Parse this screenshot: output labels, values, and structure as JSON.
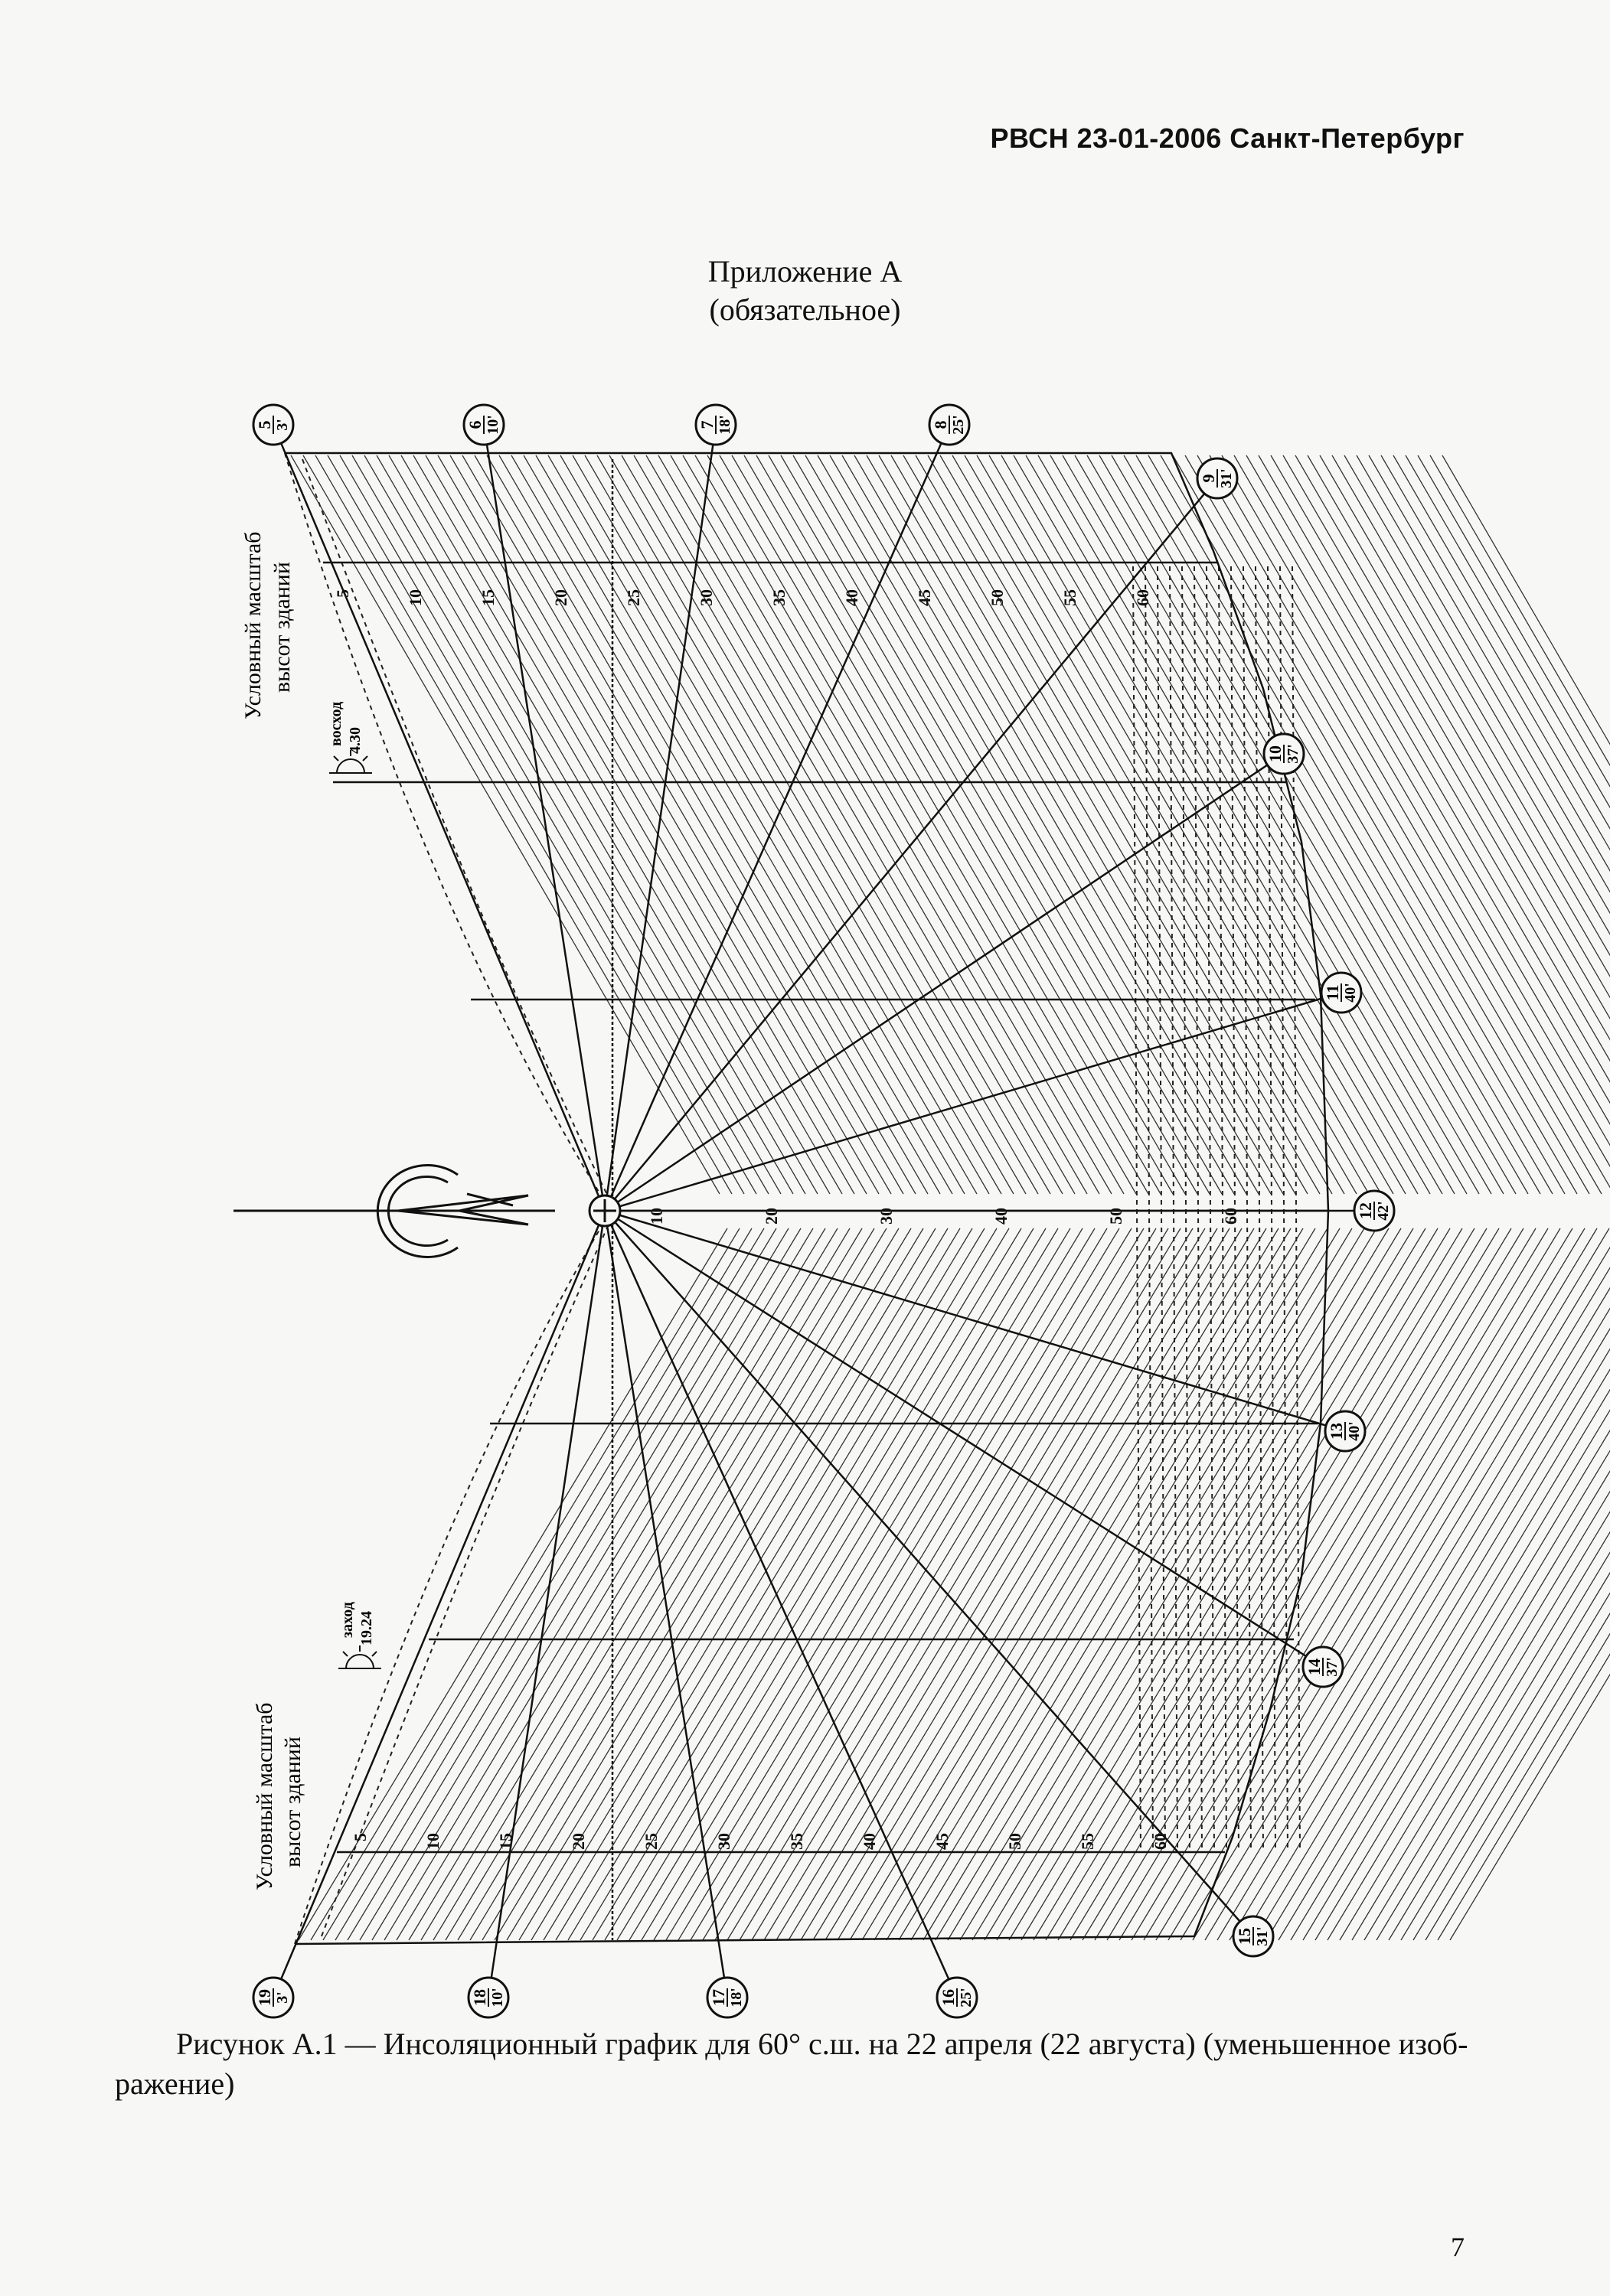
{
  "header": {
    "standard": "РВСН 23-01-2006 Санкт-Петербург"
  },
  "appendix": {
    "title": "Приложение А",
    "subtitle": "(обязательное)"
  },
  "figure": {
    "scale_label_line1": "Условный масштаб",
    "scale_label_line2": "высот зданий",
    "sunrise_label": "восход",
    "sunrise_time": "4.30",
    "sunset_label": "заход",
    "sunset_time": "19.24",
    "top_scale_ticks": [
      "5",
      "10",
      "15",
      "20",
      "25",
      "30",
      "35",
      "40",
      "45",
      "50",
      "55",
      "60"
    ],
    "bottom_scale_ticks": [
      "5",
      "10",
      "15",
      "20",
      "25",
      "30",
      "35",
      "40",
      "45",
      "50",
      "55",
      "60"
    ],
    "center_axis_ticks": [
      "10",
      "20",
      "30",
      "40",
      "50",
      "60"
    ],
    "hour_markers": [
      {
        "hour": "5",
        "minutes": "3'"
      },
      {
        "hour": "6",
        "minutes": "10'"
      },
      {
        "hour": "7",
        "minutes": "18'"
      },
      {
        "hour": "8",
        "minutes": "25'"
      },
      {
        "hour": "9",
        "minutes": "31'"
      },
      {
        "hour": "10",
        "minutes": "37'"
      },
      {
        "hour": "11",
        "minutes": "40'"
      },
      {
        "hour": "12",
        "minutes": "42'"
      },
      {
        "hour": "13",
        "minutes": "40'"
      },
      {
        "hour": "14",
        "minutes": "37'"
      },
      {
        "hour": "15",
        "minutes": "31'"
      },
      {
        "hour": "16",
        "minutes": "25'"
      },
      {
        "hour": "17",
        "minutes": "18'"
      },
      {
        "hour": "18",
        "minutes": "10'"
      },
      {
        "hour": "19",
        "minutes": "3'"
      }
    ]
  },
  "caption": {
    "line1": "Рисунок А.1 — Инсоляционный график для 60° с.ш. на 22 апреля (22 августа) (уменьшенное изоб-",
    "line2": "ражение)"
  },
  "page_number": "7"
}
